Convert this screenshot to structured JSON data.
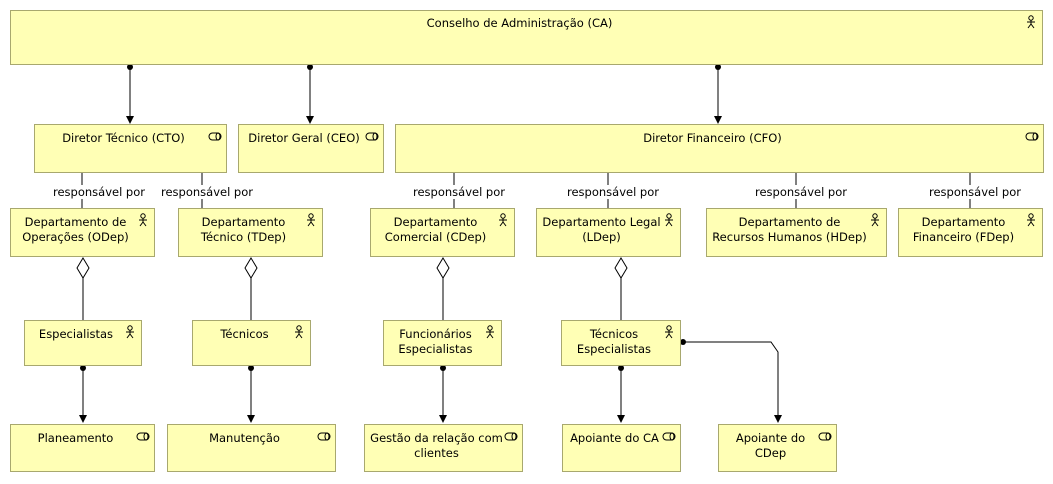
{
  "diagram": {
    "nodes": {
      "ca": {
        "label": "Conselho de Administração (CA)",
        "icon": "actor-icon"
      },
      "cto": {
        "label": "Diretor Técnico (CTO)",
        "icon": "role-icon"
      },
      "ceo": {
        "label": "Diretor Geral (CEO)",
        "icon": "role-icon"
      },
      "cfo": {
        "label": "Diretor Financeiro (CFO)",
        "icon": "role-icon"
      },
      "odep": {
        "label": "Departamento de Operações (ODep)",
        "icon": "actor-icon"
      },
      "tdep": {
        "label": "Departamento Técnico (TDep)",
        "icon": "actor-icon"
      },
      "cdep": {
        "label": "Departamento Comercial (CDep)",
        "icon": "actor-icon"
      },
      "ldep": {
        "label": "Departamento Legal (LDep)",
        "icon": "actor-icon"
      },
      "hdep": {
        "label": "Departamento de Recursos Humanos (HDep)",
        "icon": "actor-icon"
      },
      "fdep": {
        "label": "Departamento Financeiro (FDep)",
        "icon": "actor-icon"
      },
      "especialistas": {
        "label": "Especialistas",
        "icon": "actor-icon"
      },
      "tecnicos": {
        "label": "Técnicos",
        "icon": "actor-icon"
      },
      "func_esp": {
        "label": "Funcionários Especialistas",
        "icon": "actor-icon"
      },
      "tec_esp": {
        "label": "Técnicos Especialistas",
        "icon": "actor-icon"
      },
      "planeamento": {
        "label": "Planeamento",
        "icon": "role-icon"
      },
      "manutencao": {
        "label": "Manutenção",
        "icon": "role-icon"
      },
      "gestao": {
        "label": "Gestão da relação com clientes",
        "icon": "role-icon"
      },
      "apoiante_ca": {
        "label": "Apoiante do CA",
        "icon": "role-icon"
      },
      "apoiante_cdep": {
        "label": "Apoiante do CDep",
        "icon": "role-icon"
      }
    },
    "relation_label": "responsável por"
  }
}
